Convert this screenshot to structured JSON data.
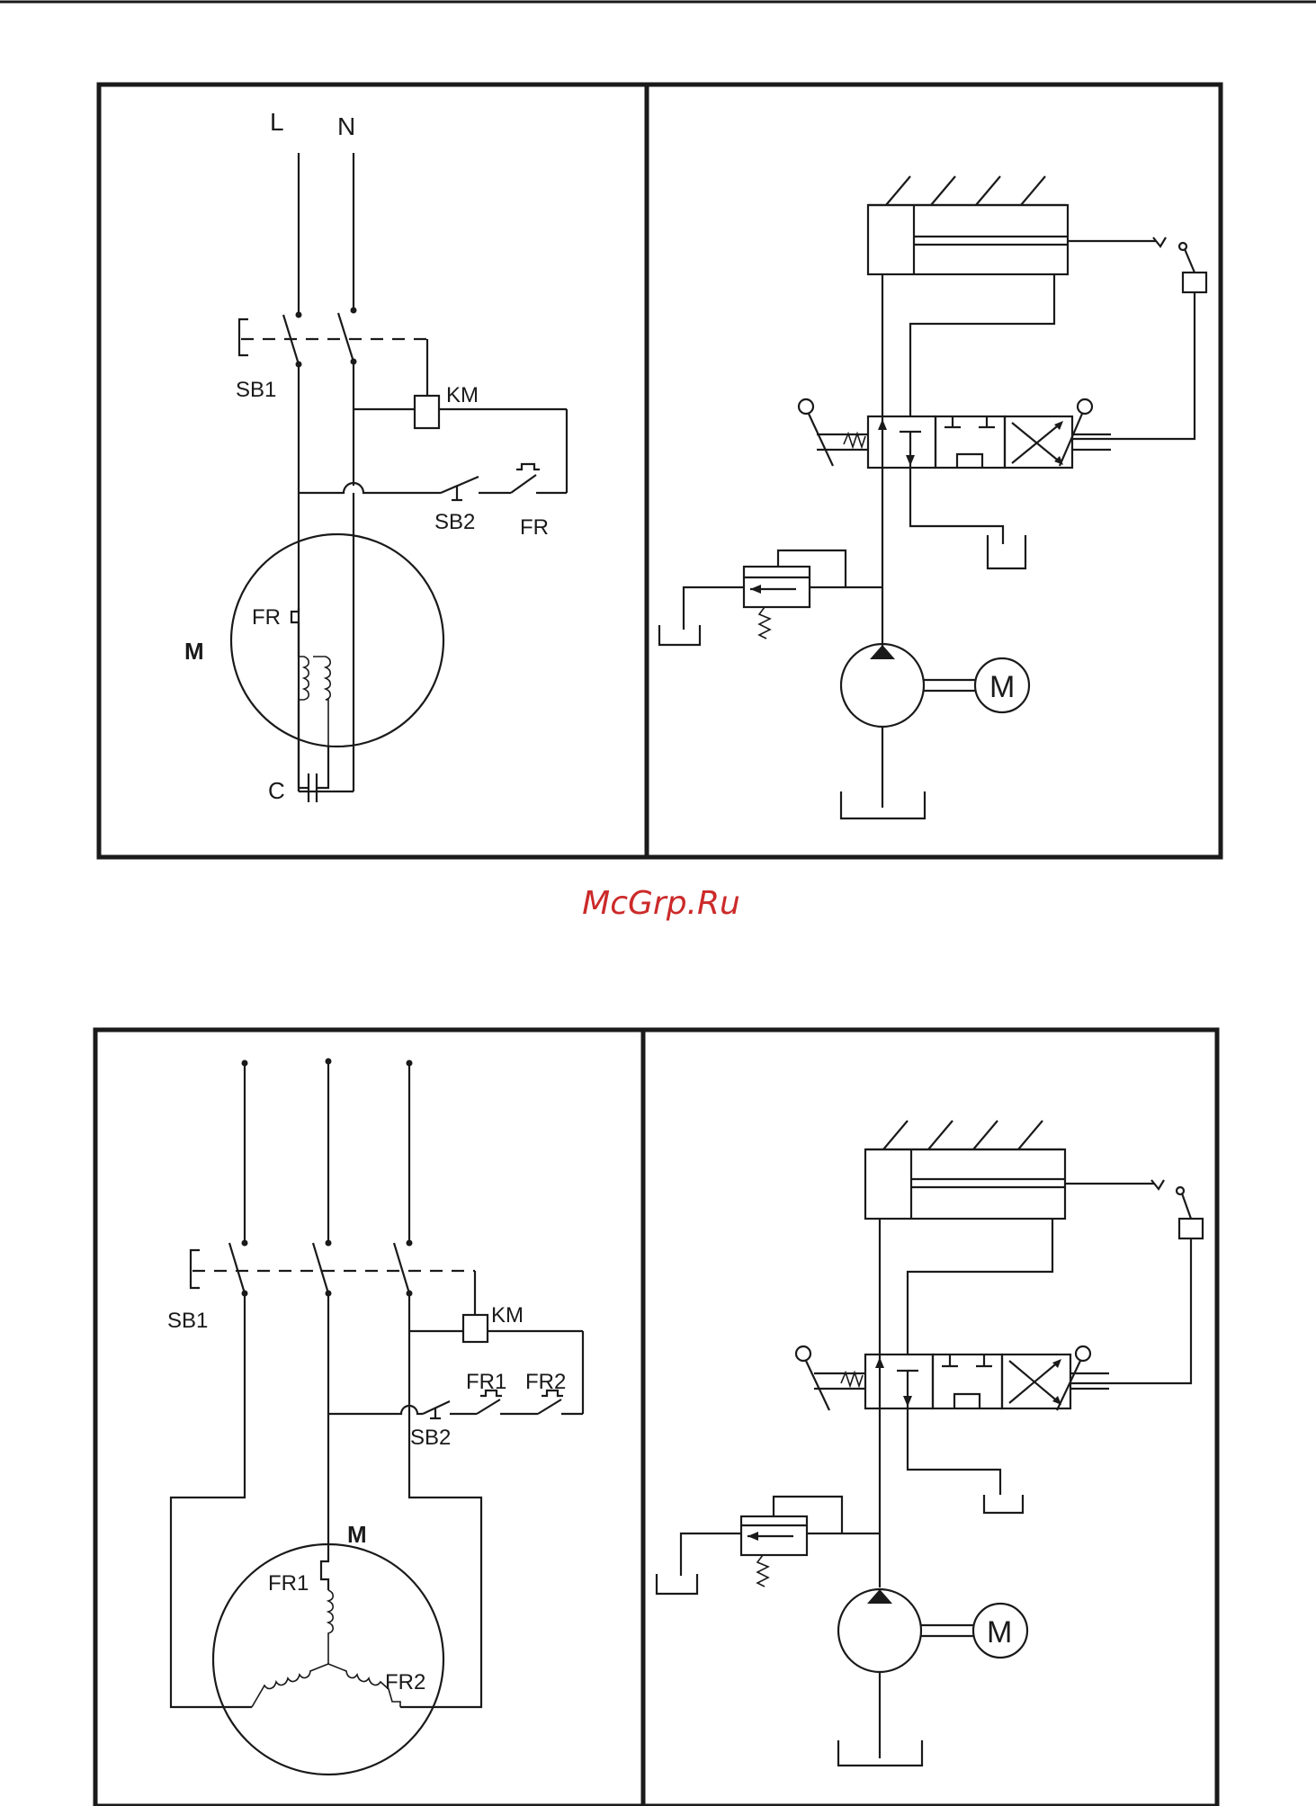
{
  "watermark": {
    "text": "McGrp.Ru",
    "color": "#cc2a2a"
  },
  "line_color": "#1a1a1a",
  "diagram1": {
    "supply_l": "L",
    "supply_n": "N",
    "switch": "SB1",
    "contactor": "KM",
    "stop_button": "SB2",
    "overload": "FR",
    "overload_internal": "FR",
    "motor": "M",
    "capacitor": "C"
  },
  "diagram2": {
    "switch": "SB1",
    "contactor": "KM",
    "stop_button": "SB2",
    "overload_1": "FR1",
    "overload_2": "FR2",
    "motor": "M",
    "overload_internal_1": "FR1",
    "overload_internal_2": "FR2"
  },
  "hydraulic1": {
    "pump_motor": "M"
  },
  "hydraulic2": {
    "pump_motor": "M"
  }
}
